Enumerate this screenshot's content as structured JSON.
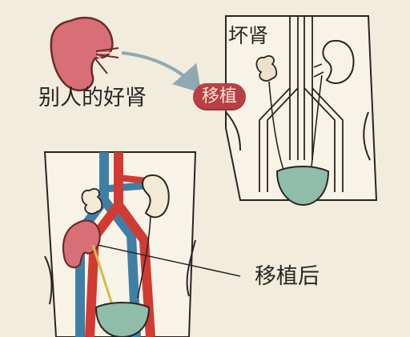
{
  "labels": {
    "donor_kidney": "别人的好肾",
    "bad_kidney": "坏肾",
    "transplant": "移植",
    "after_transplant": "移植后"
  },
  "colors": {
    "background": "#f2ecdd",
    "kidney_fill": "#d86f76",
    "kidney_outline": "#6b2a2a",
    "artery_red": "#d23a34",
    "vein_blue": "#3f7fa6",
    "bladder": "#8fbcab",
    "arrow": "#8fa9b0",
    "badge": "#b83f44",
    "ureter_yellow": "#d7b94b"
  }
}
